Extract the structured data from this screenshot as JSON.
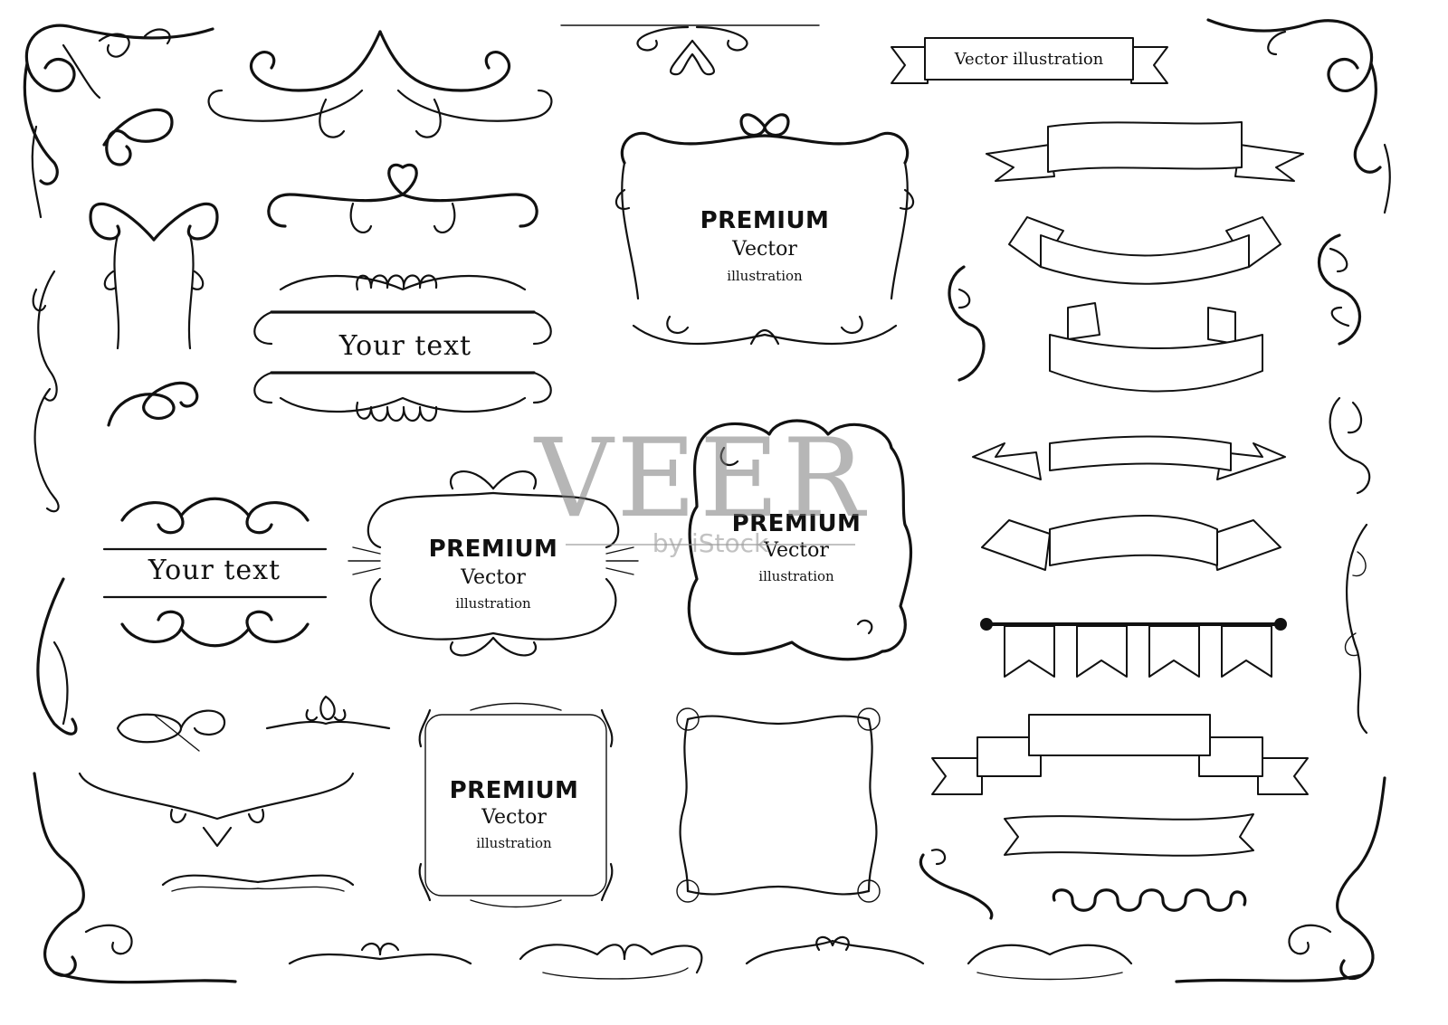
{
  "banner_top": {
    "text": "Vector illustration"
  },
  "frames": [
    {
      "premium": "PREMIUM",
      "vector": "Vector",
      "illustration": "illustration"
    },
    {
      "premium": "PREMIUM",
      "vector": "Vector",
      "illustration": "illustration"
    },
    {
      "premium": "PREMIUM",
      "vector": "Vector",
      "illustration": "illustration"
    },
    {
      "premium": "PREMIUM",
      "vector": "Vector",
      "illustration": "illustration"
    }
  ],
  "your_text": [
    "Your text",
    "Your text"
  ],
  "watermark": {
    "brand": "VEER",
    "byline": "by iStock"
  },
  "colors": {
    "ink": "#111111",
    "background": "#ffffff",
    "watermark": "#7a7a7a"
  }
}
